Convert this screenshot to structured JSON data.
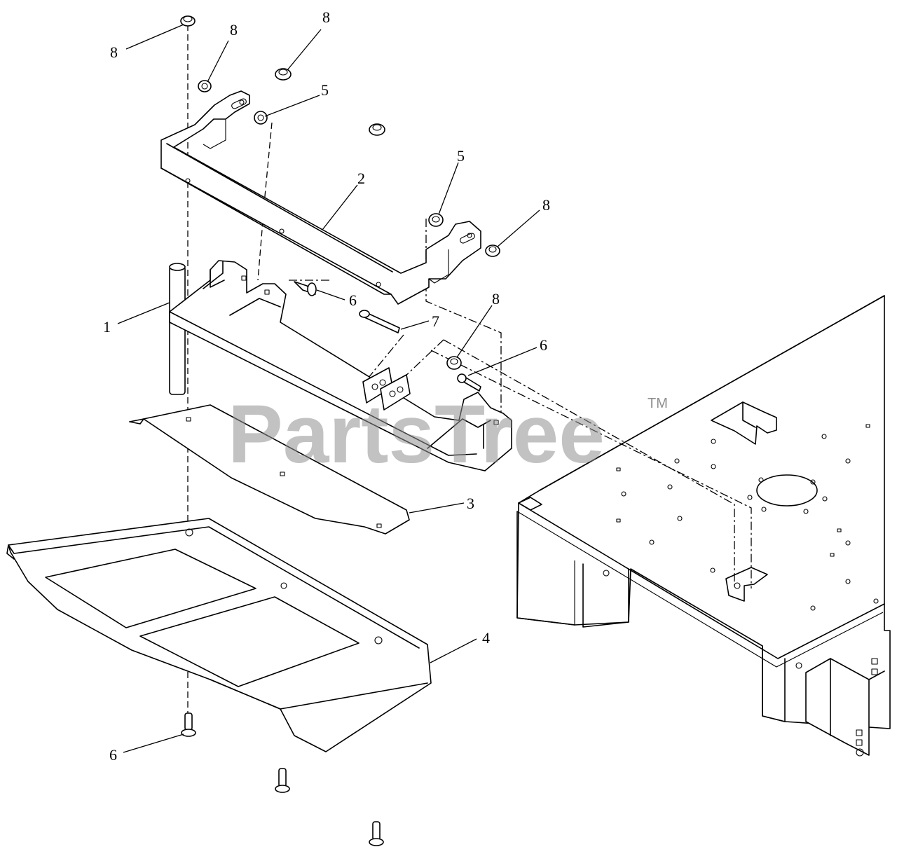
{
  "watermark": {
    "text": "PartsTree",
    "trademark": "TM"
  },
  "callouts": [
    {
      "name": "callout-8-top",
      "label": "8"
    },
    {
      "name": "callout-8-upper",
      "label": "8"
    },
    {
      "name": "callout-8-upper-right",
      "label": "8"
    },
    {
      "name": "callout-5-upper",
      "label": "5"
    },
    {
      "name": "callout-2",
      "label": "2"
    },
    {
      "name": "callout-5-right",
      "label": "5"
    },
    {
      "name": "callout-8-right",
      "label": "8"
    },
    {
      "name": "callout-6-upper",
      "label": "6"
    },
    {
      "name": "callout-1",
      "label": "1"
    },
    {
      "name": "callout-7",
      "label": "7"
    },
    {
      "name": "callout-8-middle",
      "label": "8"
    },
    {
      "name": "callout-6-middle",
      "label": "6"
    },
    {
      "name": "callout-3",
      "label": "3"
    },
    {
      "name": "callout-4",
      "label": "4"
    },
    {
      "name": "callout-6-lower",
      "label": "6"
    }
  ]
}
